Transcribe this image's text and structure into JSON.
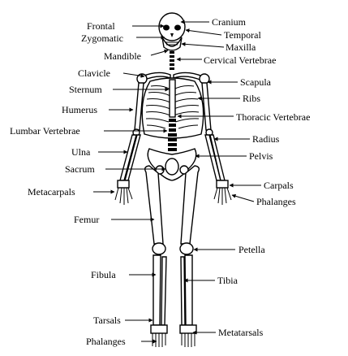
{
  "labels": {
    "frontal": "Frontal",
    "cranium": "Cranium",
    "zygomatic": "Zygomatic",
    "temporal": "Temporal",
    "maxilla": "Maxilla",
    "mandible": "Mandible",
    "cervical": "Cervical Vertebrae",
    "clavicle": "Clavicle",
    "scapula": "Scapula",
    "sternum": "Sternum",
    "ribs": "Ribs",
    "humerus": "Humerus",
    "thoracic": "Thoracic Vertebrae",
    "lumbar": "Lumbar Vertebrae",
    "radius": "Radius",
    "ulna": "Ulna",
    "pelvis": "Pelvis",
    "sacrum": "Sacrum",
    "carpals": "Carpals",
    "metacarpals": "Metacarpals",
    "phalanges_hand": "Phalanges",
    "femur": "Femur",
    "petella": "Petella",
    "fibula": "Fibula",
    "tibia": "Tibia",
    "tarsals": "Tarsals",
    "metatarsals": "Metatarsals",
    "phalanges_foot": "Phalanges"
  }
}
